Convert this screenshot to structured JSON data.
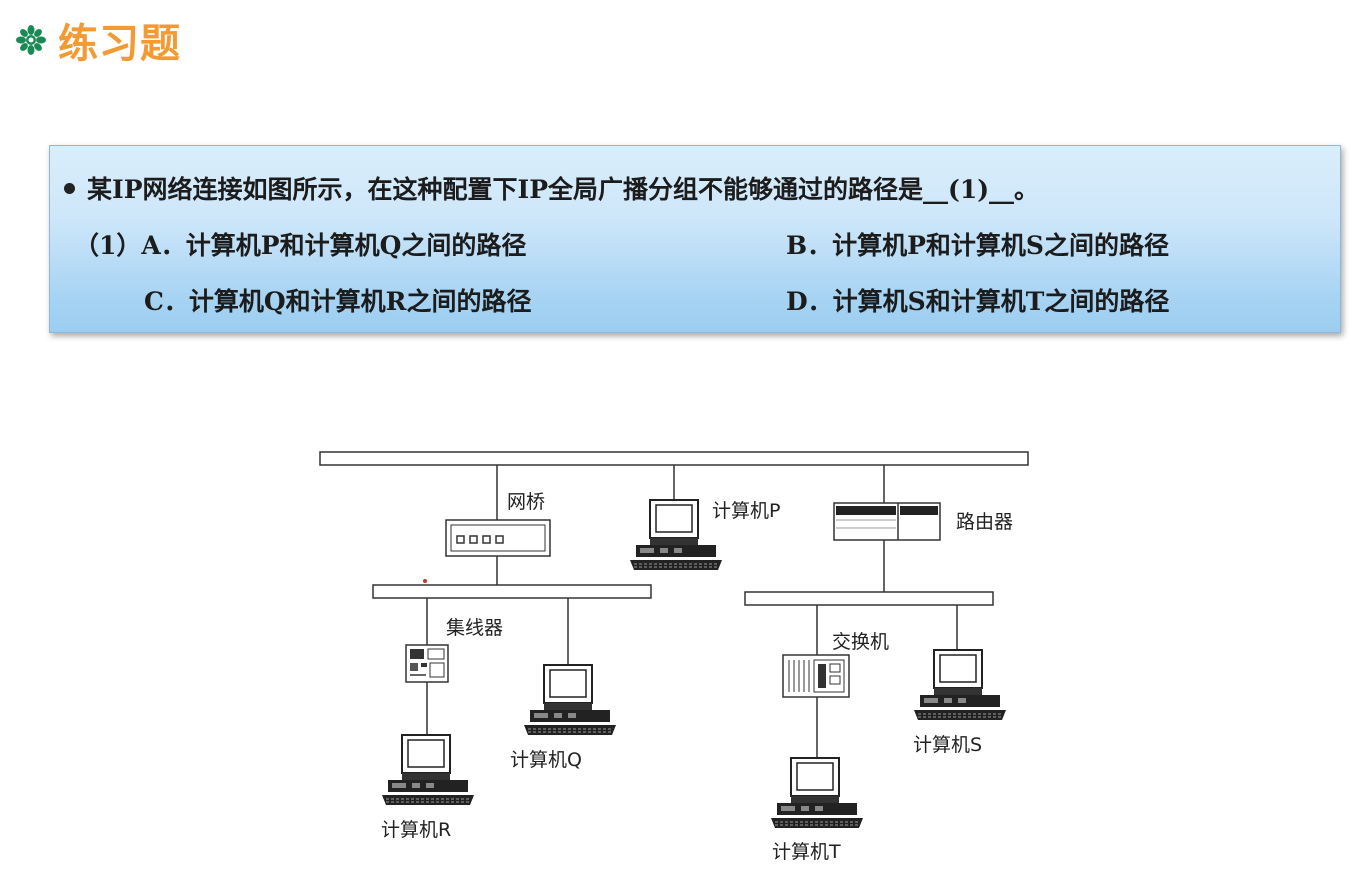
{
  "header": {
    "title": "练习题"
  },
  "question": {
    "stem": "某IP网络连接如图所示，在这种配置下IP全局广播分组不能够通过的路径是__(1)__。",
    "options": [
      {
        "label": "（1）A．计算机P和计算机Q之间的路径"
      },
      {
        "label": "B．计算机P和计算机S之间的路径"
      },
      {
        "label": "C．计算机Q和计算机R之间的路径"
      },
      {
        "label": "D．计算机S和计算机T之间的路径"
      }
    ]
  },
  "diagram": {
    "labels": {
      "bridge": "网桥",
      "computer_p": "计算机P",
      "router": "路由器",
      "hub": "集线器",
      "computer_q": "计算机Q",
      "computer_r": "计算机R",
      "switch": "交换机",
      "computer_s": "计算机S",
      "computer_t": "计算机T"
    }
  },
  "colors": {
    "title": "#f39a32",
    "icon": "#1a8a55",
    "box_top": "#d9eefb",
    "box_bottom": "#9ccdf0"
  }
}
